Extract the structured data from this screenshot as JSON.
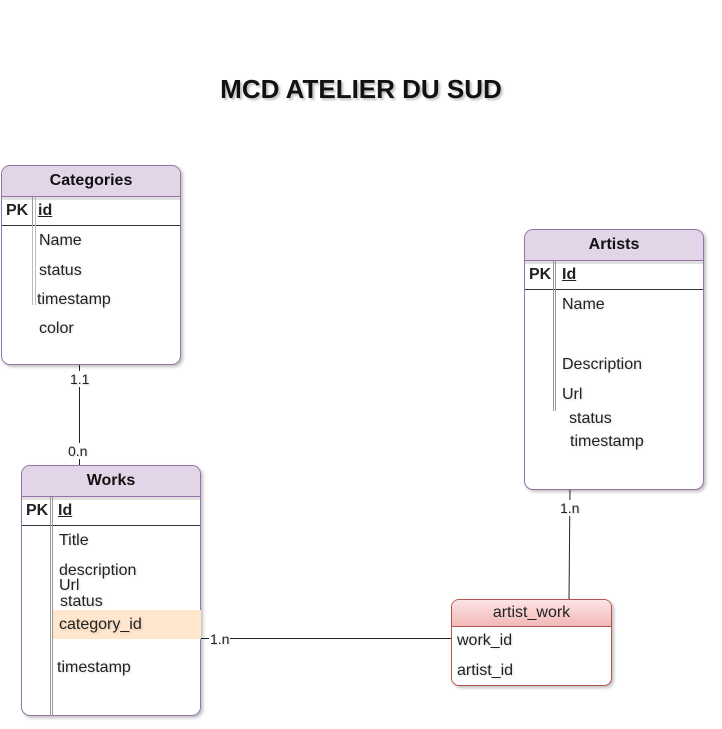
{
  "title": "MCD ATELIER DU SUD",
  "categories": {
    "name": "Categories",
    "pk_label": "PK",
    "pk": "id",
    "attributes": [
      "Name",
      "status",
      "timestamp",
      "color"
    ]
  },
  "works": {
    "name": "Works",
    "pk_label": "PK",
    "pk": "Id",
    "attributes": [
      "Title",
      "description",
      "Url",
      "status",
      "category_id",
      "timestamp"
    ]
  },
  "artists": {
    "name": "Artists",
    "pk_label": "PK",
    "pk": "Id",
    "attributes": [
      "Name",
      "Description",
      "Url",
      "status",
      "timestamp"
    ]
  },
  "artist_work": {
    "name": "artist_work",
    "attributes": [
      "work_id",
      "artist_id"
    ]
  },
  "relations": {
    "cat_works_top": "1.1",
    "cat_works_bottom": "0.n",
    "works_join": "1.n",
    "artists_join": "1.n"
  },
  "colors": {
    "entity_border": "#9673a6",
    "entity_header": "#e1d5e7",
    "join_border": "#b85450",
    "fk_highlight": "#ffe6cc"
  }
}
